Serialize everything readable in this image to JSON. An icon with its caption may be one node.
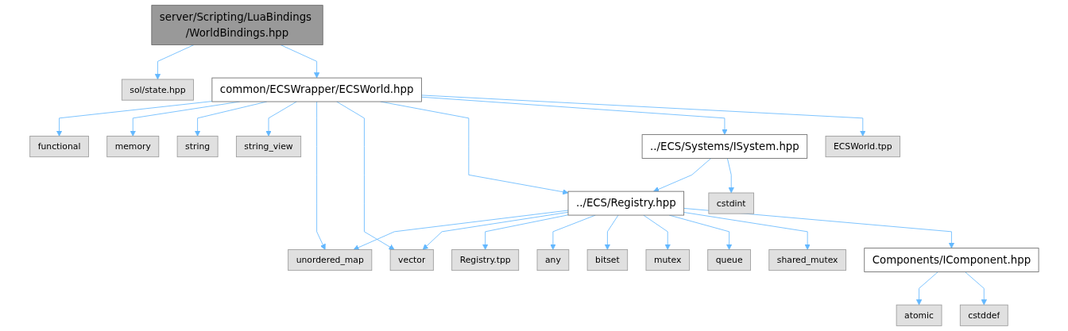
{
  "diagram": {
    "nodes": [
      {
        "text": [
          "server/Scripting/LuaBindings /WorldBindings.hpp"
        ]
      },
      {
        "text": [
          "sol/state.hpp"
        ]
      },
      {
        "text": [
          "common/ECSWrapper/ECSWorld.hpp"
        ]
      },
      {
        "text": [
          "functional"
        ]
      },
      {
        "text": [
          "memory"
        ]
      },
      {
        "text": [
          "string"
        ]
      },
      {
        "text": [
          "string_view"
        ]
      },
      {
        "text": [
          "../ECS/Systems/ISystem.hpp"
        ]
      },
      {
        "text": [
          "ECSWorld.tpp"
        ]
      },
      {
        "text": [
          "../ECS/Registry.hpp"
        ]
      },
      {
        "text": [
          "cstdint"
        ]
      },
      {
        "text": [
          "unordered_map"
        ]
      },
      {
        "text": [
          "vector"
        ]
      },
      {
        "text": [
          "Registry.tpp"
        ]
      },
      {
        "text": [
          "any"
        ]
      },
      {
        "text": [
          "bitset"
        ]
      },
      {
        "text": [
          "mutex"
        ]
      },
      {
        "text": [
          "queue"
        ]
      },
      {
        "text": [
          "shared_mutex"
        ]
      },
      {
        "text": [
          "Components/IComponent.hpp"
        ]
      },
      {
        "text": [
          "atomic"
        ]
      },
      {
        "text": [
          "cstddef"
        ]
      }
    ],
    "edges": [
      {
        "from": 0,
        "to": 1,
        "arrow": "to"
      },
      {
        "from": 0,
        "to": 2,
        "arrow": "to"
      },
      {
        "from": 2,
        "to": 3,
        "arrow": "to"
      },
      {
        "from": 2,
        "to": 4,
        "arrow": "to"
      },
      {
        "from": 2,
        "to": 5,
        "arrow": "to"
      },
      {
        "from": 2,
        "to": 6,
        "arrow": "to"
      },
      {
        "from": 2,
        "to": 11,
        "arrow": "to"
      },
      {
        "from": 2,
        "to": 12,
        "arrow": "to"
      },
      {
        "from": 2,
        "to": 9,
        "arrow": "to"
      },
      {
        "from": 2,
        "to": 7,
        "arrow": "to"
      },
      {
        "from": 2,
        "to": 8,
        "arrow": "to"
      },
      {
        "from": 7,
        "to": 9,
        "arrow": "to"
      },
      {
        "from": 7,
        "to": 10,
        "arrow": "to"
      },
      {
        "from": 9,
        "to": 11,
        "arrow": "to"
      },
      {
        "from": 9,
        "to": 12,
        "arrow": "to"
      },
      {
        "from": 9,
        "to": 13,
        "arrow": "to"
      },
      {
        "from": 9,
        "to": 14,
        "arrow": "to"
      },
      {
        "from": 9,
        "to": 15,
        "arrow": "to"
      },
      {
        "from": 9,
        "to": 16,
        "arrow": "to"
      },
      {
        "from": 9,
        "to": 17,
        "arrow": "to"
      },
      {
        "from": 9,
        "to": 18,
        "arrow": "to"
      },
      {
        "from": 9,
        "to": 19,
        "arrow": "to"
      },
      {
        "from": 19,
        "to": 20,
        "arrow": "to"
      },
      {
        "from": 19,
        "to": 21,
        "arrow": "to"
      }
    ]
  }
}
